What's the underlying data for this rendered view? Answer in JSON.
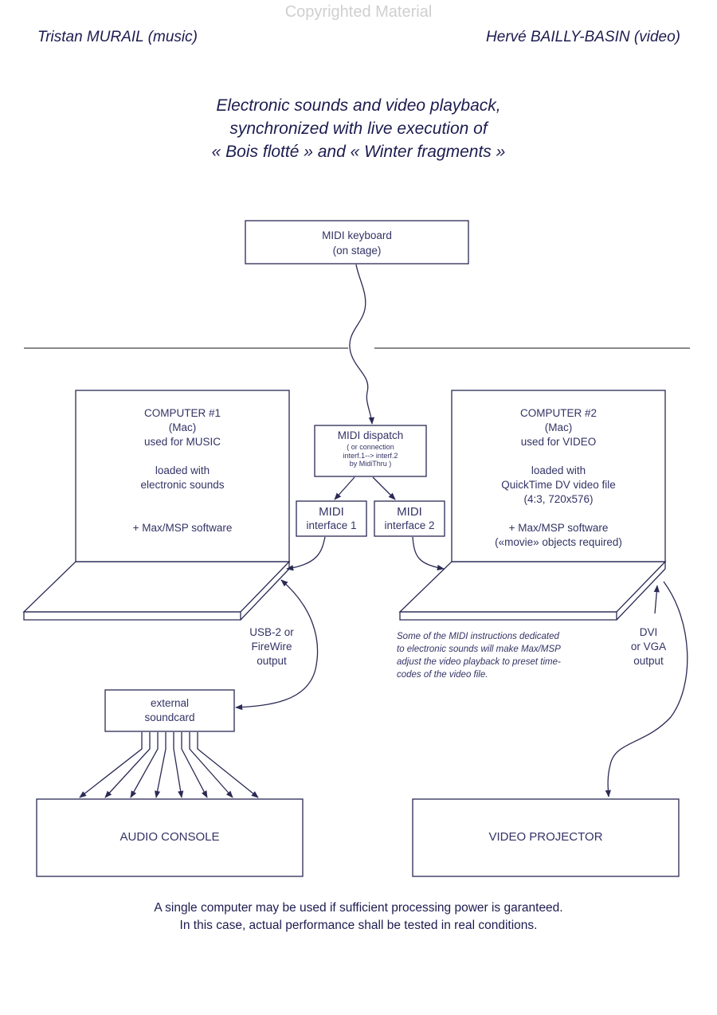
{
  "watermark": "Copyrighted Material",
  "credits": {
    "left": "Tristan MURAIL (music)",
    "right": "Hervé BAILLY-BASIN (video)"
  },
  "title": {
    "line1": "Electronic sounds and video playback,",
    "line2": "synchronized with live execution of",
    "line3": "« Bois flotté » and « Winter fragments »"
  },
  "keyboard": {
    "line1": "MIDI keyboard",
    "line2": "(on stage)"
  },
  "dispatch": {
    "title": "MIDI dispatch",
    "line1": "( or connection",
    "line2": "interf.1--> interf.2",
    "line3": "by MidiThru )"
  },
  "interface1": {
    "line1": "MIDI",
    "line2": "interface 1"
  },
  "interface2": {
    "line1": "MIDI",
    "line2": "interface 2"
  },
  "computer1": {
    "line1": "COMPUTER #1",
    "line2": "(Mac)",
    "line3": "used for MUSIC",
    "line4": "loaded with",
    "line5": "electronic sounds",
    "line6": "+ Max/MSP software"
  },
  "computer2": {
    "line1": "COMPUTER #2",
    "line2": "(Mac)",
    "line3": "used for VIDEO",
    "line4": "loaded with",
    "line5": "QuickTime DV video file",
    "line6": "(4:3, 720x576)",
    "line7": "+ Max/MSP software",
    "line8": "(«movie» objects required)"
  },
  "usb_label": {
    "line1": "USB-2 or",
    "line2": "FireWire",
    "line3": "output"
  },
  "dvi_label": {
    "line1": "DVI",
    "line2": "or VGA",
    "line3": "output"
  },
  "note": {
    "line1": "Some of the MIDI instructions dedicated",
    "line2": "to electronic sounds will make Max/MSP",
    "line3": "adjust the video playback to preset time-",
    "line4": "codes of the video file."
  },
  "soundcard": {
    "line1": "external",
    "line2": "soundcard"
  },
  "audio_console": "AUDIO CONSOLE",
  "video_projector": "VIDEO PROJECTOR",
  "footer": {
    "line1": "A single computer may be used if sufficient processing power is garanteed.",
    "line2": "In this case, actual performance shall be tested in real conditions."
  }
}
